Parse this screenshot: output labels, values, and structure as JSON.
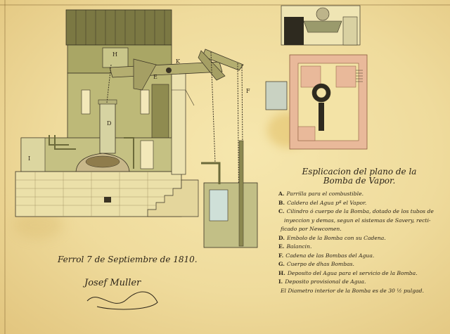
{
  "drawing": {
    "marks": [
      "H",
      "K",
      "D",
      "E",
      "I",
      "F"
    ]
  },
  "legend": {
    "title_line1": "Esplicacion del plano de la",
    "title_line2": "Bomba de Vapor.",
    "items": [
      {
        "key": "A.",
        "text": "Parrilla para el combustible.",
        "cont": ""
      },
      {
        "key": "B.",
        "text": "Caldera del Agua pª el Vapor.",
        "cont": ""
      },
      {
        "key": "C.",
        "text": "Cilindro ó cuerpo de la Bomba, dotado de los tubos de",
        "cont": "inyeccion y demas, segun el sistemas de Savery, recti-"
      },
      {
        "key": "",
        "text": "ficado por Newcomen.",
        "cont": ""
      },
      {
        "key": "D.",
        "text": "Embolo de la Bomba con su Cadena.",
        "cont": ""
      },
      {
        "key": "E.",
        "text": "Balancin.",
        "cont": ""
      },
      {
        "key": "F.",
        "text": "Cadena de las Bombas del Agua.",
        "cont": ""
      },
      {
        "key": "G.",
        "text": "Cuerpo de dhas Bombas.",
        "cont": ""
      },
      {
        "key": "H.",
        "text": "Deposito del Agua para el servicio de la Bomba.",
        "cont": ""
      },
      {
        "key": "I.",
        "text": "Deposito provisional de Agua.",
        "cont": ""
      },
      {
        "key": "",
        "text": "El Diametro interior de la Bomba es de 30 ½ pulgad.",
        "cont": ""
      }
    ]
  },
  "place_date": "Ferrol 7 de Septiembre de 1810.",
  "signature": "Josef Muller",
  "colors": {
    "paper": "#f3e3a6",
    "stone": "#e9dca3",
    "olive": "#b9b56f",
    "olive_dark": "#7f7c42",
    "ink": "#3a3324",
    "brick": "#e9b99a",
    "water": "#cfe0d8"
  }
}
